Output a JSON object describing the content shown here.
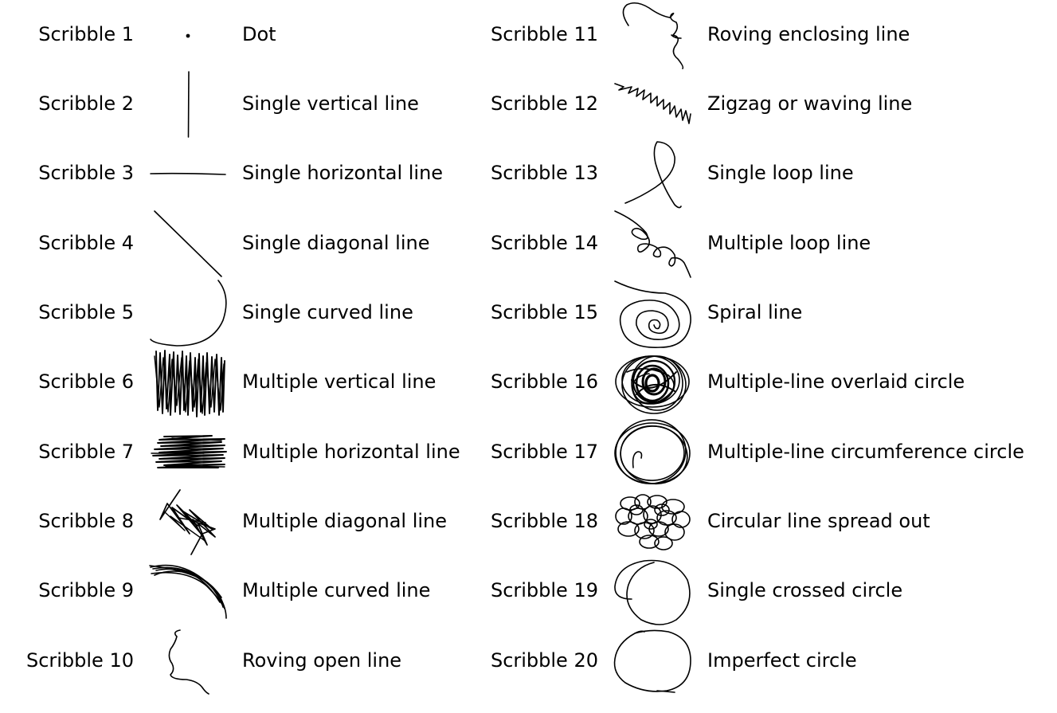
{
  "left_column": [
    {
      "id": "Scribble 1",
      "description": "Dot",
      "icon": "dot-scribble-icon"
    },
    {
      "id": "Scribble 2",
      "description": "Single vertical line",
      "icon": "single-vertical-line-icon"
    },
    {
      "id": "Scribble 3",
      "description": "Single horizontal line",
      "icon": "single-horizontal-line-icon"
    },
    {
      "id": "Scribble 4",
      "description": "Single diagonal line",
      "icon": "single-diagonal-line-icon"
    },
    {
      "id": "Scribble 5",
      "description": "Single curved line",
      "icon": "single-curved-line-icon"
    },
    {
      "id": "Scribble 6",
      "description": "Multiple vertical line",
      "icon": "multiple-vertical-line-icon"
    },
    {
      "id": "Scribble 7",
      "description": "Multiple horizontal line",
      "icon": "multiple-horizontal-line-icon"
    },
    {
      "id": "Scribble 8",
      "description": "Multiple diagonal line",
      "icon": "multiple-diagonal-line-icon"
    },
    {
      "id": "Scribble 9",
      "description": "Multiple curved line",
      "icon": "multiple-curved-line-icon"
    },
    {
      "id": "Scribble 10",
      "description": "Roving open line",
      "icon": "roving-open-line-icon"
    }
  ],
  "right_column": [
    {
      "id": "Scribble 11",
      "description": "Roving enclosing line",
      "icon": "roving-enclosing-line-icon"
    },
    {
      "id": "Scribble 12",
      "description": "Zigzag or waving line",
      "icon": "zigzag-line-icon"
    },
    {
      "id": "Scribble 13",
      "description": "Single loop line",
      "icon": "single-loop-line-icon"
    },
    {
      "id": "Scribble 14",
      "description": "Multiple loop line",
      "icon": "multiple-loop-line-icon"
    },
    {
      "id": "Scribble 15",
      "description": "Spiral line",
      "icon": "spiral-line-icon"
    },
    {
      "id": "Scribble 16",
      "description": "Multiple-line overlaid circle",
      "icon": "overlaid-circle-icon"
    },
    {
      "id": "Scribble 17",
      "description": "Multiple-line circumference circle",
      "icon": "circumference-circle-icon"
    },
    {
      "id": "Scribble 18",
      "description": "Circular line spread out",
      "icon": "spread-circle-icon"
    },
    {
      "id": "Scribble 19",
      "description": "Single crossed circle",
      "icon": "crossed-circle-icon"
    },
    {
      "id": "Scribble 20",
      "description": "Imperfect circle",
      "icon": "imperfect-circle-icon"
    }
  ]
}
